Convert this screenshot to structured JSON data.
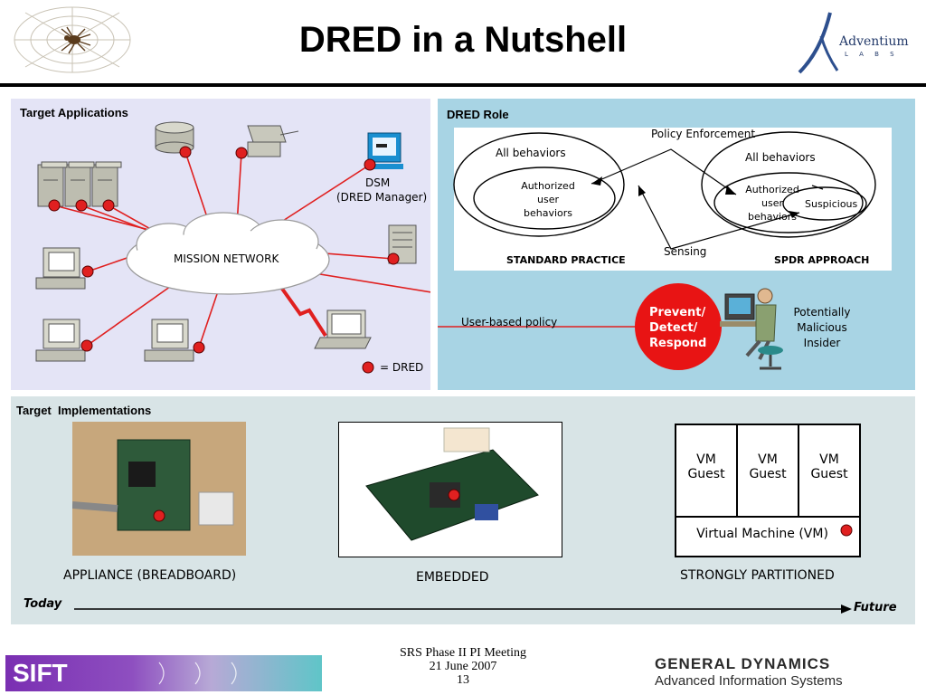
{
  "title": "DRED in a Nutshell",
  "top_left_logo": {
    "icon": "spider-web-icon"
  },
  "top_right_logo": {
    "name": "Adventium",
    "sub": "L A B S"
  },
  "target_applications": {
    "label": "Target Applications",
    "network_label": "MISSION NETWORK",
    "dsm_label": "DSM",
    "dsm_sub": "(DRED Manager)",
    "legend": "= DRED"
  },
  "dred_role": {
    "label": "DRED Role",
    "policy_enforcement": "Policy Enforcement",
    "sensing": "Sensing",
    "left_outer": "All behaviors",
    "left_inner_1": "Authorized",
    "left_inner_2": "user",
    "left_inner_3": "behaviors",
    "right_outer": "All behaviors",
    "right_inner_1": "Authorized",
    "right_inner_2": "user",
    "right_inner_3": "behaviors",
    "suspicious": "Suspicious",
    "standard_practice": "STANDARD PRACTICE",
    "spdr_approach": "SPDR APPROACH",
    "user_policy": "User-based policy",
    "pdr_1": "Prevent/",
    "pdr_2": "Detect/",
    "pdr_3": "Respond",
    "insider_1": "Potentially",
    "insider_2": "Malicious",
    "insider_3": "Insider"
  },
  "target_implementations": {
    "label": "Target  Implementations",
    "appliance": "APPLIANCE (BREADBOARD)",
    "embedded": "EMBEDDED",
    "partitioned": "STRONGLY PARTITIONED",
    "vm_guest_1": "VM",
    "vm_guest_2": "Guest",
    "vm_base": "Virtual Machine (VM)",
    "today": "Today",
    "future": "Future"
  },
  "footer": {
    "line1": "SRS Phase II PI Meeting",
    "line2": "21 June 2007",
    "line3": "13",
    "left_logo": "SIFT",
    "right_logo_1": "GENERAL DYNAMICS",
    "right_logo_2": "Advanced Information Systems"
  }
}
